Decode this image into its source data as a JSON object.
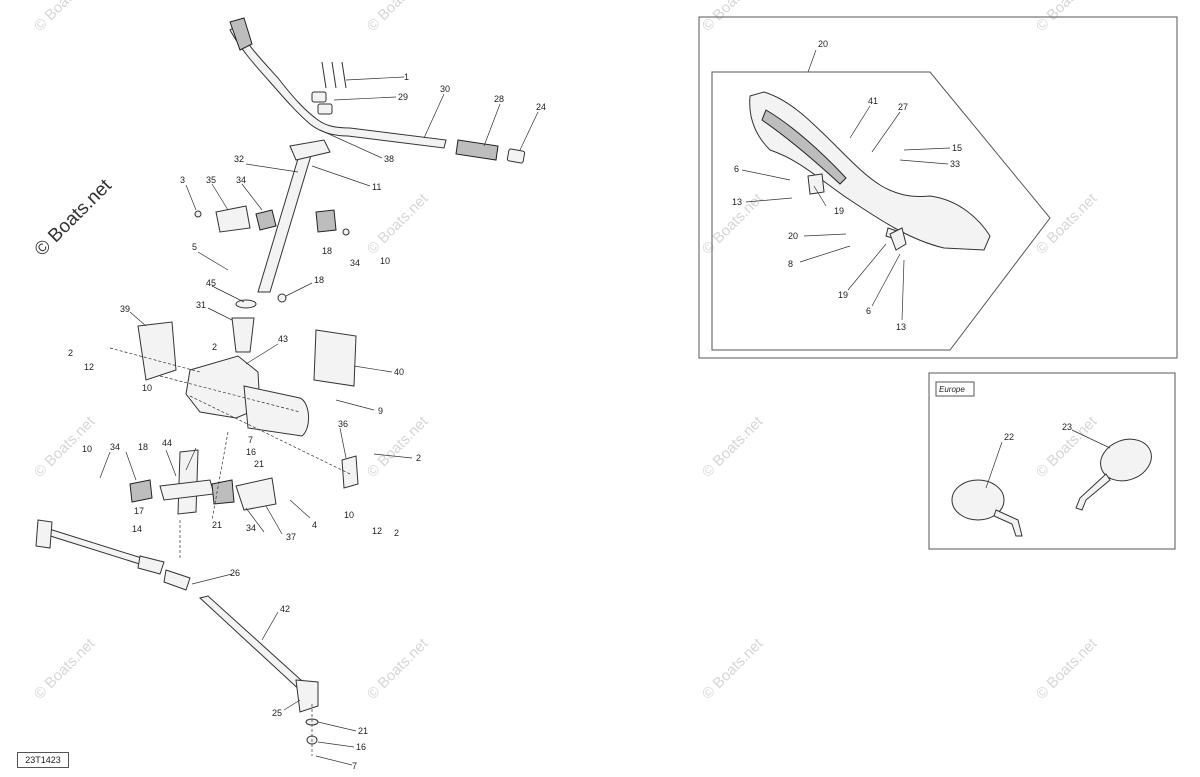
{
  "diagram_id": "23T1423",
  "watermark": "© Boats.net",
  "region_label": "Europe",
  "callouts": [
    {
      "id": "c1",
      "text": "1"
    },
    {
      "id": "c29",
      "text": "29"
    },
    {
      "id": "c30",
      "text": "30"
    },
    {
      "id": "c28",
      "text": "28"
    },
    {
      "id": "c24",
      "text": "24"
    },
    {
      "id": "c38",
      "text": "38"
    },
    {
      "id": "c11",
      "text": "11"
    },
    {
      "id": "c32",
      "text": "32"
    },
    {
      "id": "c3",
      "text": "3"
    },
    {
      "id": "c35",
      "text": "35"
    },
    {
      "id": "c34a",
      "text": "34"
    },
    {
      "id": "c34b",
      "text": "34"
    },
    {
      "id": "c10a",
      "text": "10"
    },
    {
      "id": "c18a",
      "text": "18"
    },
    {
      "id": "c5",
      "text": "5"
    },
    {
      "id": "c45",
      "text": "45"
    },
    {
      "id": "c18b",
      "text": "18"
    },
    {
      "id": "c31",
      "text": "31"
    },
    {
      "id": "c39",
      "text": "39"
    },
    {
      "id": "c2a",
      "text": "2"
    },
    {
      "id": "c2b",
      "text": "2"
    },
    {
      "id": "c12a",
      "text": "12"
    },
    {
      "id": "c10b",
      "text": "10"
    },
    {
      "id": "c43",
      "text": "43"
    },
    {
      "id": "c40",
      "text": "40"
    },
    {
      "id": "c9",
      "text": "9"
    },
    {
      "id": "c7a",
      "text": "7"
    },
    {
      "id": "c16a",
      "text": "16"
    },
    {
      "id": "c21a",
      "text": "21"
    },
    {
      "id": "c36",
      "text": "36"
    },
    {
      "id": "c2c",
      "text": "2"
    },
    {
      "id": "c10c",
      "text": "10"
    },
    {
      "id": "c34c",
      "text": "34"
    },
    {
      "id": "c18c",
      "text": "18"
    },
    {
      "id": "c44",
      "text": "44"
    },
    {
      "id": "c10d",
      "text": "10"
    },
    {
      "id": "c12b",
      "text": "12"
    },
    {
      "id": "c2d",
      "text": "2"
    },
    {
      "id": "c4",
      "text": "4"
    },
    {
      "id": "c37",
      "text": "37"
    },
    {
      "id": "c34d",
      "text": "34"
    },
    {
      "id": "c17",
      "text": "17"
    },
    {
      "id": "c14",
      "text": "14"
    },
    {
      "id": "c21b",
      "text": "21"
    },
    {
      "id": "c26",
      "text": "26"
    },
    {
      "id": "c42",
      "text": "42"
    },
    {
      "id": "c25",
      "text": "25"
    },
    {
      "id": "c21c",
      "text": "21"
    },
    {
      "id": "c16b",
      "text": "16"
    },
    {
      "id": "c7b",
      "text": "7"
    },
    {
      "id": "c20a",
      "text": "20"
    },
    {
      "id": "c41",
      "text": "41"
    },
    {
      "id": "c27",
      "text": "27"
    },
    {
      "id": "c15",
      "text": "15"
    },
    {
      "id": "c33",
      "text": "33"
    },
    {
      "id": "c6a",
      "text": "6"
    },
    {
      "id": "c13a",
      "text": "13"
    },
    {
      "id": "c19a",
      "text": "19"
    },
    {
      "id": "c20b",
      "text": "20"
    },
    {
      "id": "c8",
      "text": "8"
    },
    {
      "id": "c19b",
      "text": "19"
    },
    {
      "id": "c6b",
      "text": "6"
    },
    {
      "id": "c13b",
      "text": "13"
    },
    {
      "id": "c22",
      "text": "22"
    },
    {
      "id": "c23",
      "text": "23"
    }
  ]
}
